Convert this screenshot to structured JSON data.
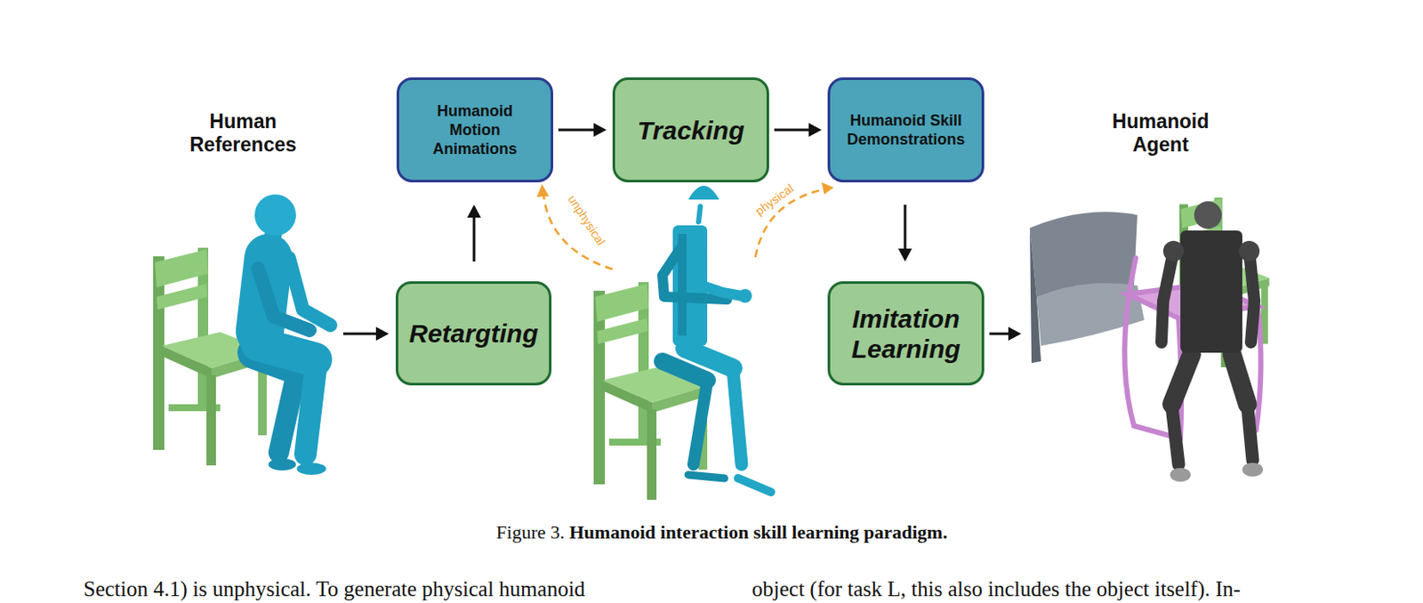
{
  "diagram": {
    "caption": "Figure 3. Humanoid interaction skill learning paradigm.",
    "nodes": [
      {
        "text": [
          "Human References"
        ]
      },
      {
        "text": [
          "Retargting"
        ]
      },
      {
        "text": [
          "Humanoid Motion Animations"
        ]
      },
      {
        "text": [
          "Tracking"
        ]
      },
      {
        "text": [
          "Humanoid Skill Demonstrations"
        ]
      },
      {
        "text": [
          "Imitation Learning"
        ]
      },
      {
        "text": [
          "Humanoid Agent"
        ]
      }
    ],
    "edges": [
      {
        "from": 0,
        "to": 1,
        "arrow": "to"
      },
      {
        "from": 1,
        "to": 2,
        "arrow": "to"
      },
      {
        "from": 2,
        "to": 3,
        "arrow": "to"
      },
      {
        "from": 3,
        "to": 4,
        "arrow": "to"
      },
      {
        "from": 4,
        "to": 5,
        "arrow": "to"
      },
      {
        "from": 5,
        "to": 6,
        "arrow": "to"
      }
    ],
    "labels": [
      "unphysical",
      "physical",
      "Section 4.1) is unphysical. To generate physical humanoid",
      "object (for task L, this also includes the object itself). In-"
    ]
  }
}
